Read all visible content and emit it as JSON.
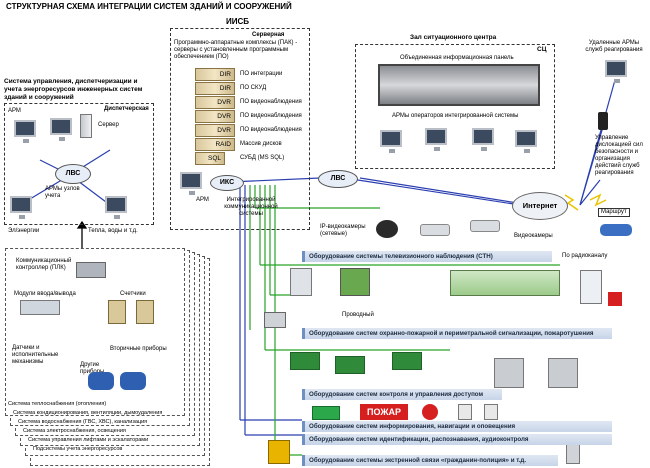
{
  "title": "СТРУКТУРНАЯ СХЕМА ИНТЕГРАЦИИ СИСТЕМ ЗДАНИЙ И СООРУЖЕНИЙ",
  "left": {
    "heading": "Система управления, диспетчеризации и учета энергоресурсов инженерных систем зданий и сооружений",
    "arm": "АРМ",
    "dispatch": "Диспетчерская",
    "server": "Сервер",
    "lvs": "ЛВС",
    "arm_nodes": "АРМы узлов учета",
    "el_energy": "Эл/энергии",
    "heat": "Тепла, воды и т.д.",
    "plk": "Коммуникационный контроллер (ПЛК)",
    "io_modules": "Модули ввода/вывода",
    "meters": "Счетчики",
    "sensors": "Датчики и исполнительные механизмы",
    "secondary": "Вторичные приборы",
    "other": "Другие приборы",
    "systems": [
      "Система теплоснабжения (отопления)",
      "Система кондиционирования, вентиляции, дымоудаления",
      "Система водоснабжения (ГВС, ХВС), канализация",
      "Система электроснабжения, освещения",
      "Система управления лифтами и эскалаторами",
      "Подсистемы учета энергоресурсов"
    ]
  },
  "iisb": {
    "label": "ИИСБ",
    "server_room": "Серверная",
    "ppk": "Программно-аппаратные комплексы (ПАК) - серверы с установленным программным обеспечением (ПО)",
    "rows": [
      {
        "tag": "DIR",
        "label": "ПО интеграции"
      },
      {
        "tag": "DIR",
        "label": "ПО СКУД"
      },
      {
        "tag": "DVR",
        "label": "ПО видеонаблюдения"
      },
      {
        "tag": "DVR",
        "label": "ПО видеонаблюдения"
      },
      {
        "tag": "DVR",
        "label": "ПО видеонаблюдения"
      },
      {
        "tag": "RAID",
        "label": "Массив дисков"
      },
      {
        "tag": "SQL",
        "label": "СУБД (MS SQL)"
      }
    ],
    "iks": "ИКС",
    "arm": "АРМ",
    "arm_desc": "Интегрированной коммуникационной системы"
  },
  "center": {
    "title": "Зал ситуационного центра",
    "code": "СЦ",
    "panel": "Объединенная информационная панель",
    "operators": "АРМы операторов интегрированной системы"
  },
  "lvs": "ЛВС",
  "internet": "Интернет",
  "remote": {
    "arms": "Удаленные АРМы служб реагирования",
    "control": "Управление дислокацией сил безопасности и организация действий служб реагирования",
    "route": "Маршрут"
  },
  "devices": {
    "ipcam": "IP-видеокамеры (сетевые)",
    "videocam": "Видеокамеры",
    "radio": "По радиоканалу",
    "wired": "Проводный",
    "fire_sign": "ПОЖАР"
  },
  "bars": [
    "Оборудование системы телевизионного наблюдения (СТН)",
    "Оборудование систем охранно-пожарной и периметральной сигнализации, пожаротушения",
    "Оборудование систем контроля и управления доступом",
    "Оборудование систем информирования, навигации и оповещения",
    "Оборудование систем идентификации, распознавания, аудиоконтроля",
    "Оборудование системы экстренной связи «гражданин-полиция» и т.д."
  ]
}
